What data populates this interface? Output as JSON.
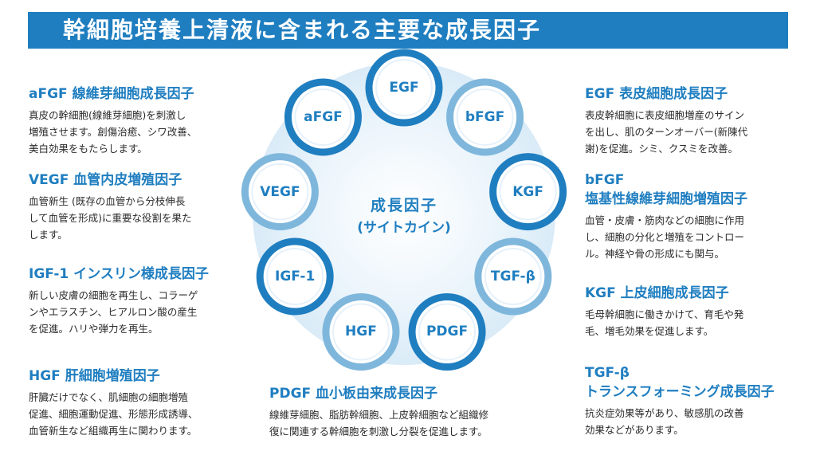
{
  "title": "幹細胞培養上清液に含まれる主要な成長因子",
  "center": {
    "line1": "成長因子",
    "line2": "(サイトカイン)"
  },
  "ring": [
    "EGF",
    "bFGF",
    "KGF",
    "TGF-β",
    "PDGF",
    "HGF",
    "IGF-1",
    "VEGF",
    "aFGF"
  ],
  "factors": {
    "afgf": {
      "heading": "aFGF 線維芽細胞成長因子",
      "lines": [
        "真皮の幹細胞(線維芽細胞)を刺激し",
        "増殖させます。創傷治癒、シワ改善、",
        "美白効果をもたらします。"
      ]
    },
    "vegf": {
      "heading": "VEGF 血管内皮増殖因子",
      "lines": [
        "血管新生 (既存の血管から分枝伸長",
        "して血管を形成)に重要な役割を果た",
        "します。"
      ]
    },
    "igf": {
      "heading": "IGF-1 インスリン様成長因子",
      "lines": [
        "新しい皮膚の細胞を再生し、コラーゲ",
        "ンやエラスチン、ヒアルロン酸の産生",
        "を促進。ハリや弾力を再生。"
      ]
    },
    "hgf": {
      "heading": "HGF 肝細胞増殖因子",
      "lines": [
        "肝臓だけでなく、肌細胞の細胞増殖",
        "促進、細胞運動促進、形態形成誘導、",
        "血管新生など組織再生に関わります。"
      ]
    },
    "pdgf": {
      "heading": "PDGF 血小板由来成長因子",
      "lines": [
        "線維芽細胞、脂肪幹細胞、上皮幹細胞など組織修",
        "復に関連する幹細胞を刺激し分裂を促進します。"
      ]
    },
    "egf": {
      "heading": "EGF 表皮細胞成長因子",
      "lines": [
        "表皮幹細胞に表皮細胞増産のサイン",
        "を出し、肌のターンオーバー(新陳代",
        "謝)を促進。シミ、クスミを改善。"
      ]
    },
    "bfgf": {
      "heading1": "bFGF",
      "heading2": "塩基性線維芽細胞増殖因子",
      "lines": [
        "血管・皮膚・筋肉などの細胞に作用",
        "し、細胞の分化と増殖をコントロー",
        "ル。神経や骨の形成にも関与。"
      ]
    },
    "kgf": {
      "heading": "KGF 上皮細胞成長因子",
      "lines": [
        "毛母幹細胞に働きかけて、育毛や発",
        "毛、増毛効果を促進します。"
      ]
    },
    "tgf": {
      "heading1": "TGF-β",
      "heading2": "トランスフォーミング成長因子",
      "lines": [
        "抗炎症効果等があり、敏感肌の改善",
        "効果などがあります。"
      ]
    }
  },
  "colors": {
    "accent": "#1f7ec0",
    "ring_light": "#7fb7dc",
    "text": "#2b2b2b",
    "banner_text": "#ffffff"
  }
}
